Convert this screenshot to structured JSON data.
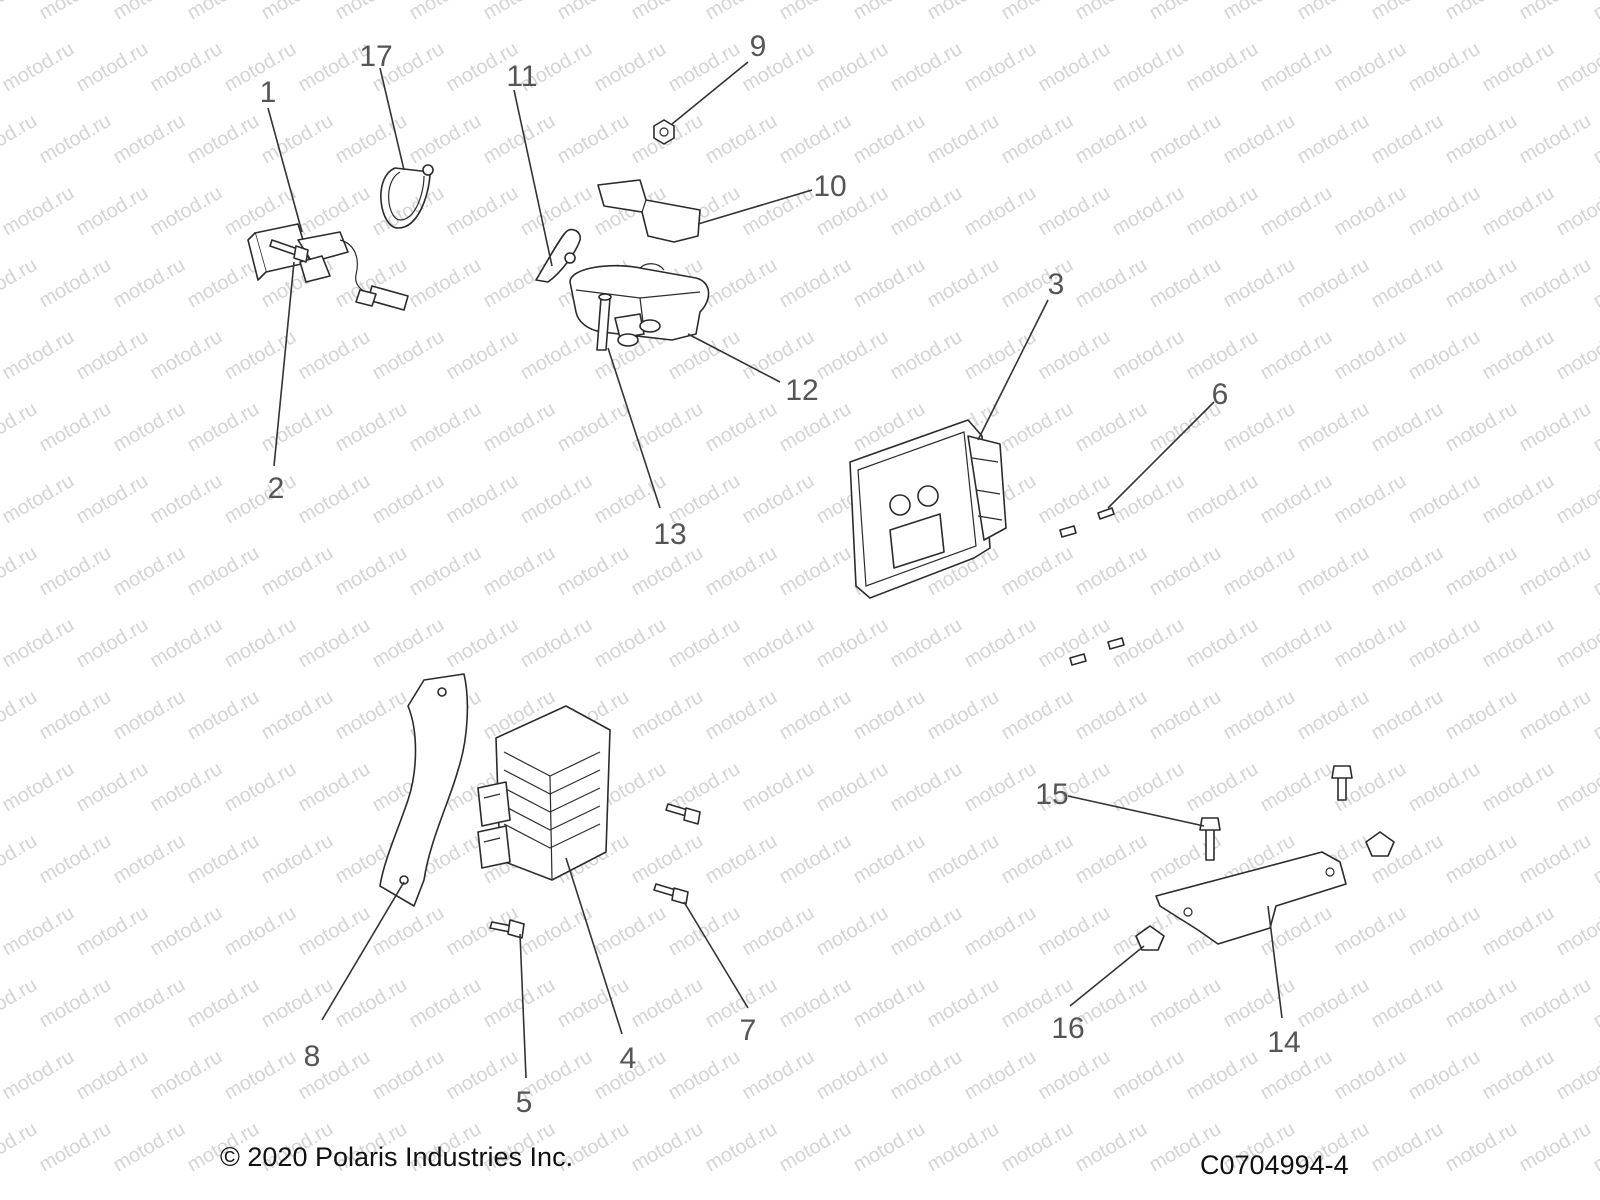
{
  "watermark": {
    "text": "motod.ru",
    "color": "#d4d4d4"
  },
  "callouts": [
    {
      "id": "1",
      "text": "1"
    },
    {
      "id": "2",
      "text": "2"
    },
    {
      "id": "3",
      "text": "3"
    },
    {
      "id": "4",
      "text": "4"
    },
    {
      "id": "5",
      "text": "5"
    },
    {
      "id": "6",
      "text": "6"
    },
    {
      "id": "7",
      "text": "7"
    },
    {
      "id": "8",
      "text": "8"
    },
    {
      "id": "9",
      "text": "9"
    },
    {
      "id": "10",
      "text": "10"
    },
    {
      "id": "11",
      "text": "11"
    },
    {
      "id": "12",
      "text": "12"
    },
    {
      "id": "13",
      "text": "13"
    },
    {
      "id": "14",
      "text": "14"
    },
    {
      "id": "15",
      "text": "15"
    },
    {
      "id": "16",
      "text": "16"
    },
    {
      "id": "17",
      "text": "17"
    }
  ],
  "footer": {
    "copyright": "© 2020 Polaris Industries Inc.",
    "part_code": "C0704994-4"
  }
}
